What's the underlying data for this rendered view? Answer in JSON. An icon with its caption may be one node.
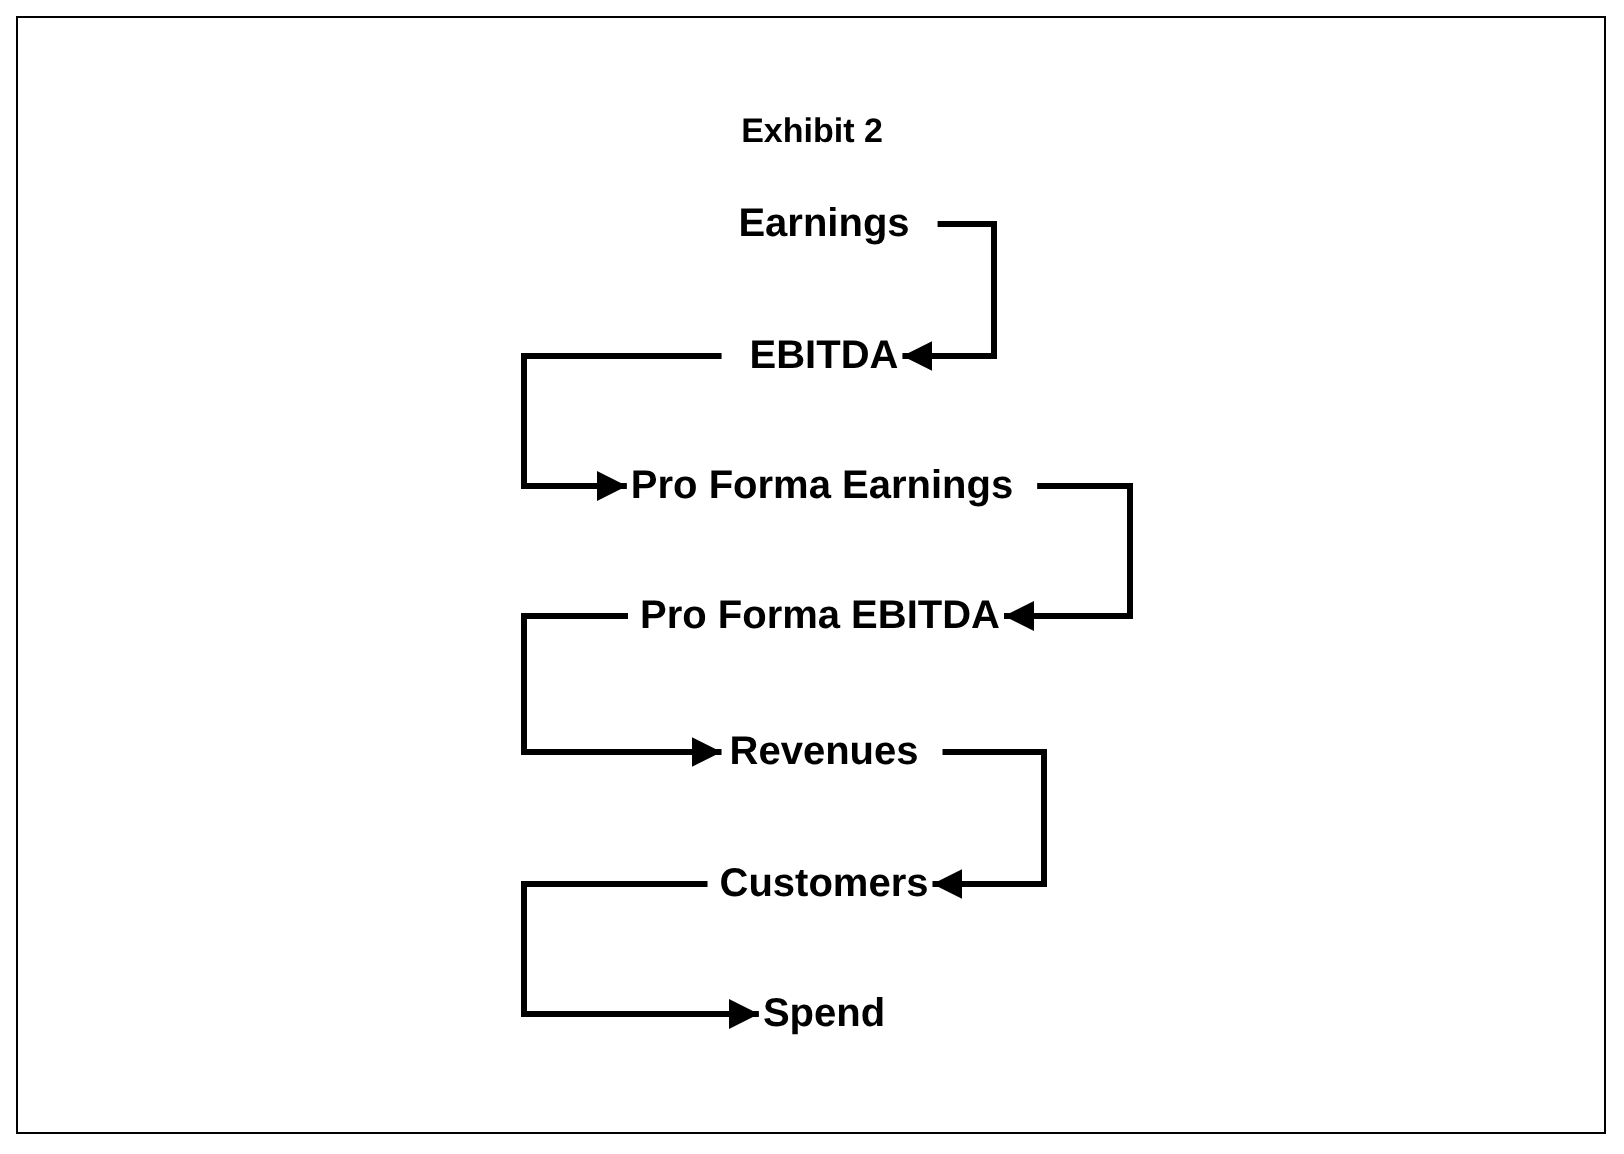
{
  "diagram": {
    "title": "Exhibit 2",
    "nodes": [
      {
        "text": [
          "Earnings"
        ]
      },
      {
        "text": [
          "EBITDA"
        ]
      },
      {
        "text": [
          "Pro Forma Earnings"
        ]
      },
      {
        "text": [
          "Pro Forma EBITDA"
        ]
      },
      {
        "text": [
          "Revenues"
        ]
      },
      {
        "text": [
          "Customers"
        ]
      },
      {
        "text": [
          "Spend"
        ]
      }
    ],
    "edges": [
      {
        "from": 0,
        "to": 1,
        "arrow": "to"
      },
      {
        "from": 1,
        "to": 2,
        "arrow": "to"
      },
      {
        "from": 2,
        "to": 3,
        "arrow": "to"
      },
      {
        "from": 3,
        "to": 4,
        "arrow": "to"
      },
      {
        "from": 4,
        "to": 5,
        "arrow": "to"
      },
      {
        "from": 5,
        "to": 6,
        "arrow": "to"
      }
    ]
  }
}
